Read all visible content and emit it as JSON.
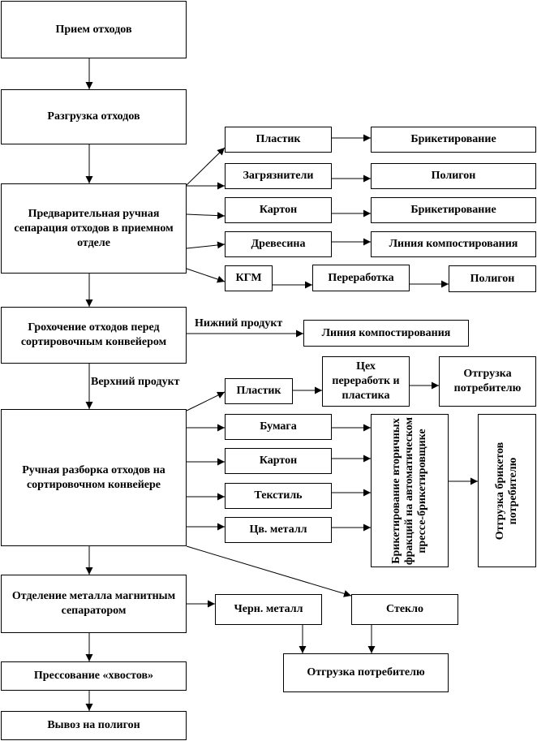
{
  "nodes": {
    "priem": "Прием отходов",
    "razgruzka": "Разгрузка отходов",
    "separation": "Предварительная ручная сепарация отходов в приемном отделе",
    "plastic1": "Пластик",
    "zagr": "Загрязнители",
    "karton1": "Картон",
    "drev": "Древесина",
    "kgm": "КГМ",
    "briket1": "Брикетирование",
    "poligon1": "Полигон",
    "briket2": "Брикетирование",
    "liniya1": "Линия компостирования",
    "pererab": "Переработка",
    "poligon2": "Полигон",
    "grokh": "Грохочение отходов перед сортировочным конвейером",
    "liniya2": "Линия компостирования",
    "razborka": "Ручная разборка отходов на сортировочном конвейере",
    "plastic2": "Пластик",
    "tsekh": "Цех переработк и пластика",
    "otgruzka1": "Отгрузка потребителю",
    "bumaga": "Бумага",
    "karton2": "Картон",
    "tekstil": "Текстиль",
    "tsvmet": "Цв. металл",
    "briket_vert": "Брикетирование вторичных фракций на автоматическом прессе-брикетировщике",
    "otgruzka_vert": "Отгрузка брикетов потребителю",
    "otdelenie": "Отделение металла магнитным сепаратором",
    "chernmet": "Черн. металл",
    "steklo": "Стекло",
    "otgruzka2": "Отгрузка потребителю",
    "pressovanie": "Прессование «хвостов»",
    "vyvoz": "Вывоз на полигон"
  },
  "labels": {
    "nizhniy": "Нижний продукт",
    "verkhniy": "Верхний продукт"
  }
}
